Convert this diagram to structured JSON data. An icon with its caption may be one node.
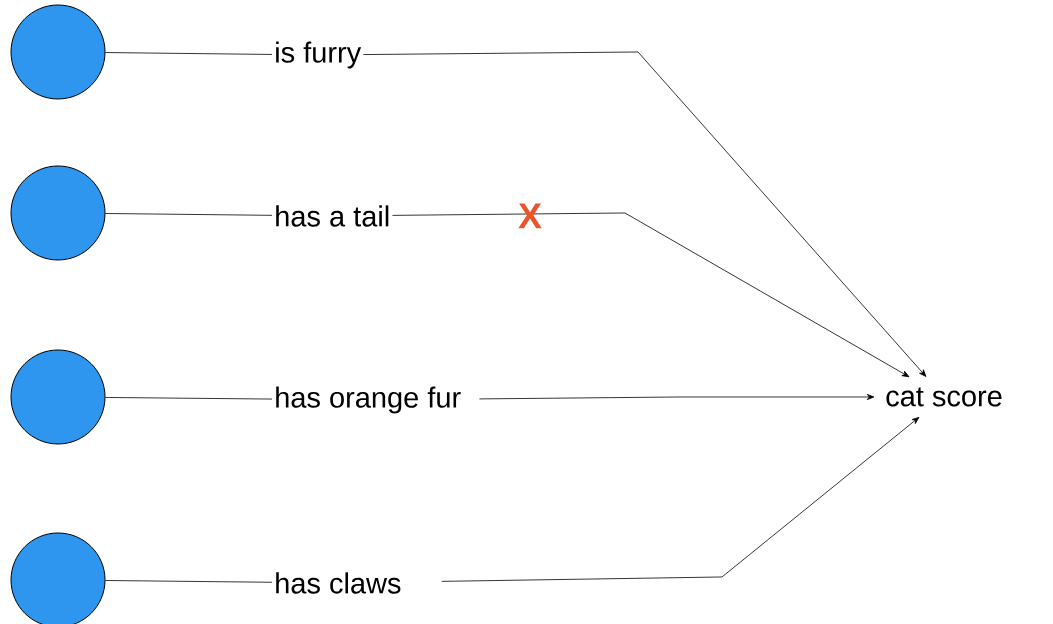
{
  "diagram": {
    "nodes": [
      {
        "text": [],
        "shape": "circle"
      },
      {
        "text": [
          "is furry"
        ]
      },
      {
        "text": [],
        "shape": "circle"
      },
      {
        "text": [
          "has a tail"
        ]
      },
      {
        "text": [],
        "shape": "circle"
      },
      {
        "text": [
          "has orange fur"
        ]
      },
      {
        "text": [],
        "shape": "circle"
      },
      {
        "text": [
          "has claws"
        ]
      },
      {
        "text": [
          "cat score"
        ]
      }
    ],
    "edges": [
      {
        "from": 0,
        "to": 1,
        "arrow": "none"
      },
      {
        "from": 1,
        "to": 8,
        "arrow": "to"
      },
      {
        "from": 2,
        "to": 3,
        "arrow": "none"
      },
      {
        "from": 3,
        "to": 8,
        "arrow": "to",
        "label": "X"
      },
      {
        "from": 4,
        "to": 5,
        "arrow": "none"
      },
      {
        "from": 5,
        "to": 8,
        "arrow": "to"
      },
      {
        "from": 6,
        "to": 7,
        "arrow": "none"
      },
      {
        "from": 7,
        "to": 8,
        "arrow": "to"
      }
    ]
  }
}
